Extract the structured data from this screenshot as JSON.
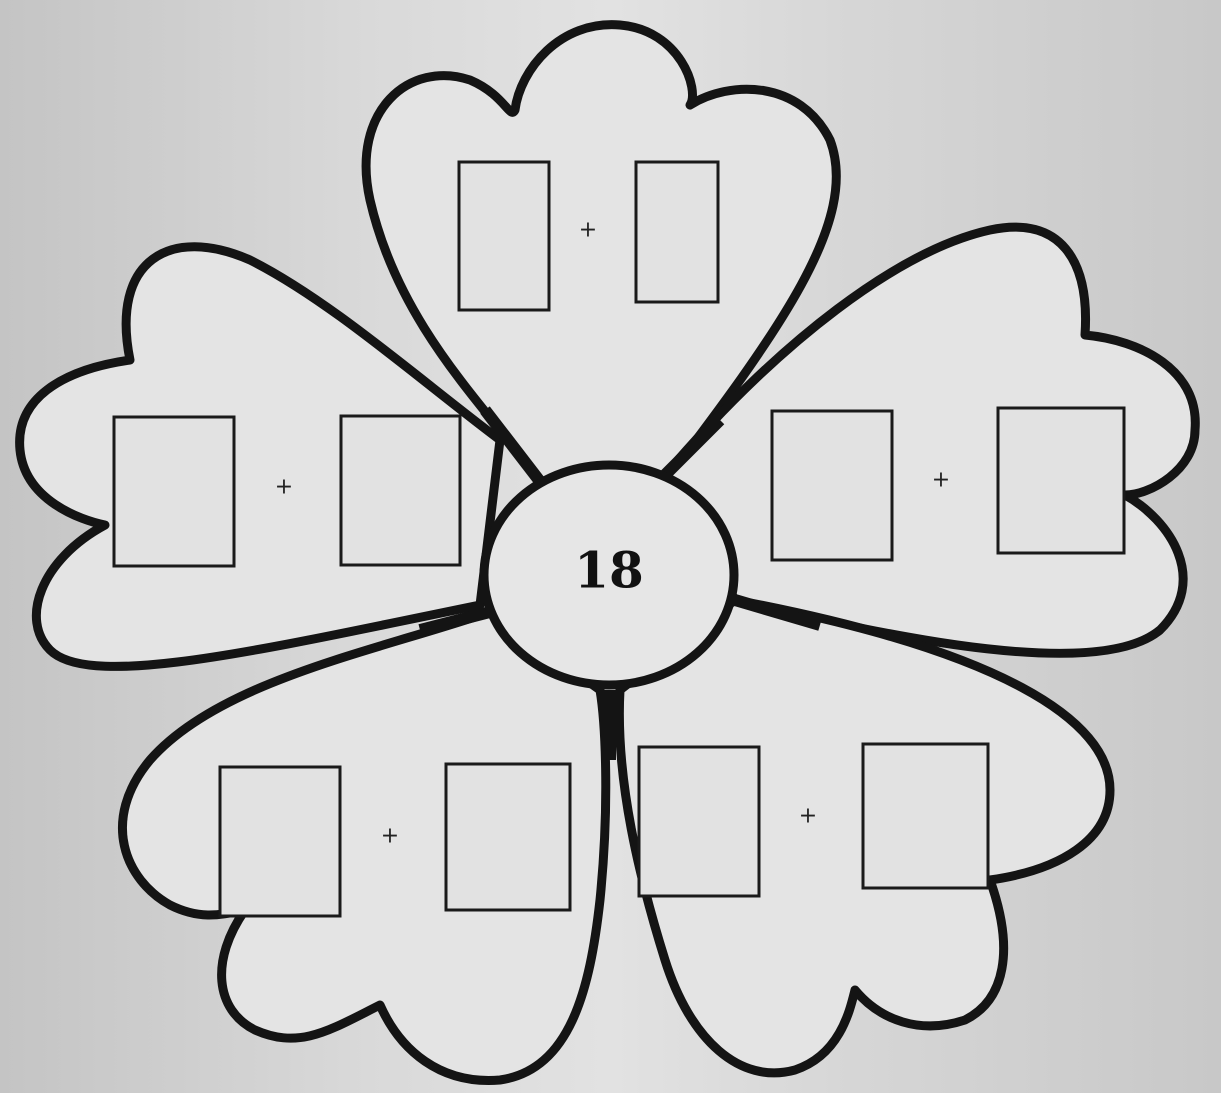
{
  "worksheet": {
    "center_number": "18",
    "operator": "+",
    "petals": [
      {
        "id": "top",
        "operator": "+",
        "boxes": [
          "",
          ""
        ]
      },
      {
        "id": "left",
        "operator": "+",
        "boxes": [
          "",
          ""
        ]
      },
      {
        "id": "right",
        "operator": "+",
        "boxes": [
          "",
          ""
        ]
      },
      {
        "id": "bottom-left",
        "operator": "+",
        "boxes": [
          "",
          ""
        ]
      },
      {
        "id": "bottom-right",
        "operator": "+",
        "boxes": [
          "",
          ""
        ]
      }
    ]
  },
  "colors": {
    "outline": "#141414",
    "paper": "#e4e4e4"
  }
}
